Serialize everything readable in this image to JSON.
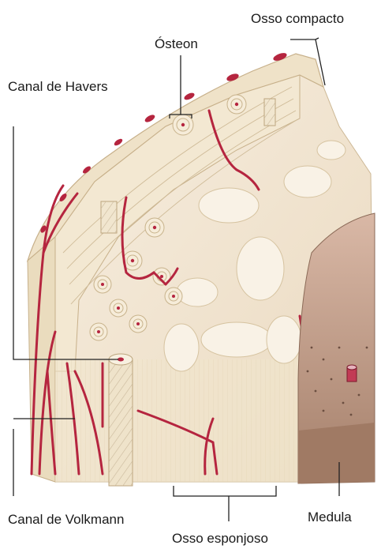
{
  "labels": {
    "compact_bone": "Osso compacto",
    "osteon": "Ósteon",
    "haversian_canal": "Canal de Havers",
    "volkmann_canal": "Canal de Volkmann",
    "marrow": "Medula",
    "spongy_bone": "Osso esponjoso"
  },
  "colors": {
    "vessel": "#b5253f",
    "bone_light": "#f4ead6",
    "bone_mid": "#ecdcbf",
    "marrow": "#a5806b",
    "leader_line": "#222222"
  }
}
